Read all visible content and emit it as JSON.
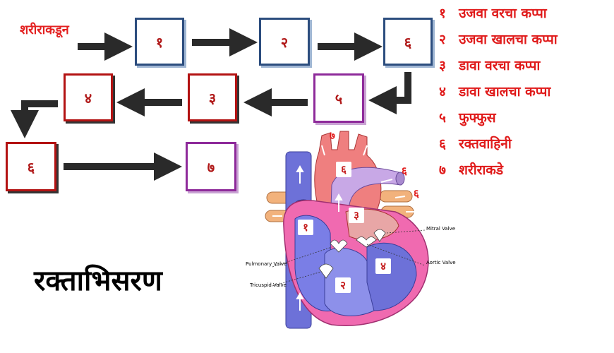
{
  "flow": {
    "from_label": "शरीराकडून",
    "boxes": [
      "१",
      "२",
      "६",
      "४",
      "३",
      "५",
      "६",
      "७"
    ]
  },
  "legend": [
    {
      "num": "१",
      "text": "उजवा वरचा कप्पा"
    },
    {
      "num": "२",
      "text": "उजवा खालचा कप्पा"
    },
    {
      "num": "३",
      "text": "डावा वरचा कप्पा"
    },
    {
      "num": "४",
      "text": "डावा खालचा कप्पा"
    },
    {
      "num": "५",
      "text": "फुफ्फुस"
    },
    {
      "num": "६",
      "text": "रक्तवाहिनी"
    },
    {
      "num": "७",
      "text": "शरीराकडे"
    }
  ],
  "title": "रक्ताभिसरण",
  "heart": {
    "valves": {
      "mitral": "Mitral Valve",
      "aortic": "Aortic Valve",
      "pulmonary": "Pulmonary Valve",
      "tricuspid": "Tricuspid Valve"
    },
    "tags": {
      "top": "७",
      "aorta": "६",
      "right_vessel_a": "६",
      "right_vessel_b": "६",
      "right_atrium": "१",
      "left_atrium": "३",
      "right_ventricle": "२",
      "left_ventricle": "४"
    }
  },
  "colors": {
    "label_red": "#e01a1a",
    "box_red": "#b31212",
    "box_blue": "#2c4d7e",
    "box_purple": "#8e2a9a"
  }
}
